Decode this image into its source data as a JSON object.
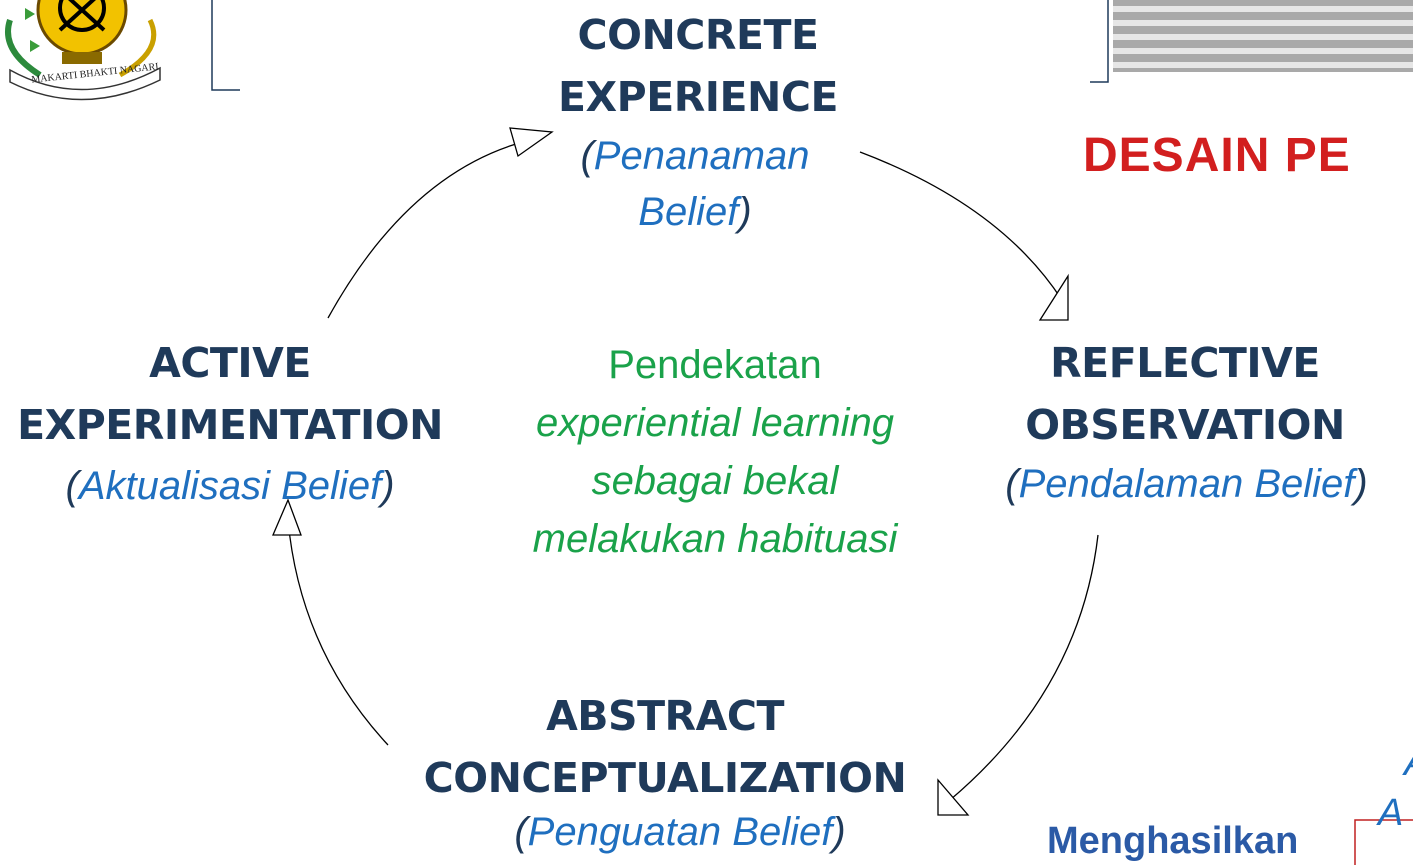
{
  "slide_title": "DESAIN PE",
  "logo": {
    "banner_text": "MAKARTI BHAKTI NAGARI",
    "icon": "emblem-logo-icon"
  },
  "nodes": {
    "concrete": {
      "title_line1": "CONCRETE",
      "title_line2": "EXPERIENCE",
      "sub_open": "(",
      "sub_line1": "Penanaman",
      "sub_line2": "Belief",
      "sub_close": ")"
    },
    "reflective": {
      "title_line1": "REFLECTIVE",
      "title_line2": "OBSERVATION",
      "sub_open": "(",
      "sub": "Pendalaman Belief",
      "sub_close": ")"
    },
    "abstract": {
      "title_line1": "ABSTRACT",
      "title_line2": "CONCEPTUALIZATION",
      "sub_open": "(",
      "sub": "Penguatan Belief",
      "sub_close": ")"
    },
    "active": {
      "title_line1": "ACTIVE",
      "title_line2": "EXPERIMENTATION",
      "sub_open": "(",
      "sub": "Aktualisasi Belief",
      "sub_close": ")"
    }
  },
  "center": {
    "line1": "Pendekatan",
    "line2": "experiential learning",
    "line3": "sebagai bekal",
    "line4": "melakukan habituasi"
  },
  "bottom_label": "Menghasilkan",
  "right_edge": {
    "letter_top": "A",
    "letter_box": "A"
  },
  "colors": {
    "title_red": "#d21f1f",
    "node_title": "#1f3a5a",
    "node_sub": "#1f6fbf",
    "center_green": "#1aa24a",
    "bottom_blue": "#2b5aa6",
    "logo_yellow": "#f2c200"
  }
}
